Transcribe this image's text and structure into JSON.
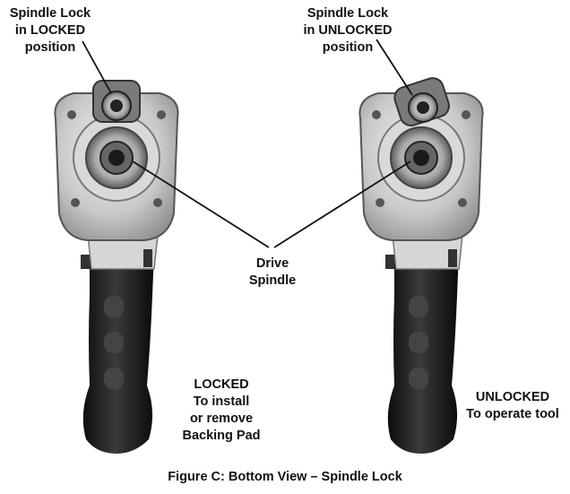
{
  "labels": {
    "locked_title": [
      "Spindle Lock",
      "in LOCKED",
      "position"
    ],
    "unlocked_title": [
      "Spindle Lock",
      "in UNLOCKED",
      "position"
    ],
    "drive_spindle": [
      "Drive",
      "Spindle"
    ],
    "locked_note": [
      "LOCKED",
      "To install",
      "or remove",
      "Backing Pad"
    ],
    "unlocked_note": [
      "UNLOCKED",
      "To operate tool"
    ]
  },
  "caption": "Figure C:  Bottom View – Spindle Lock",
  "colors": {
    "handle": "#1c1c1c",
    "housing": "#bdbdbd",
    "metal_dark": "#6e6e6e",
    "text": "#111111"
  },
  "icons": [
    "left-tool-illustration",
    "right-tool-illustration"
  ]
}
